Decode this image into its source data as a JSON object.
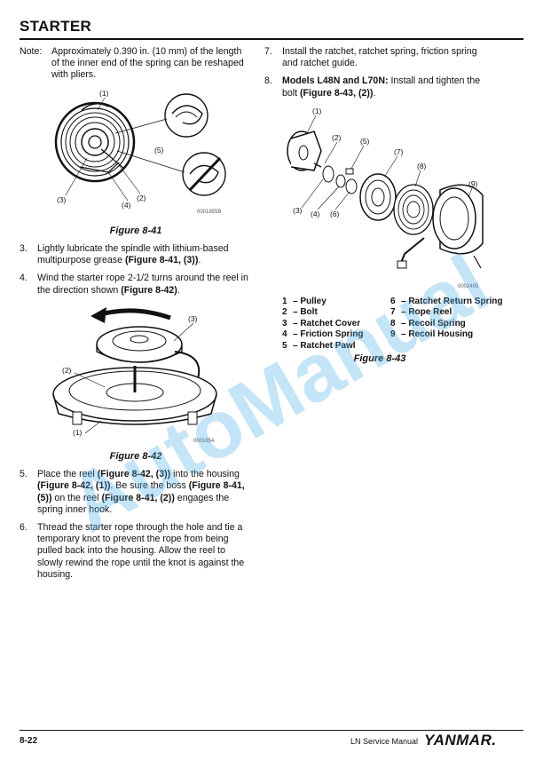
{
  "header": {
    "title": "STARTER"
  },
  "left": {
    "note_label": "Note:",
    "note_text": "Approximately 0.390 in. (10 mm) of the length of the inner end of the spring can be reshaped with pliers.",
    "fig41": {
      "caption": "Figure 8-41",
      "code": "0001855B",
      "callouts": [
        "(1)",
        "(5)",
        "(3)",
        "(4)",
        "(2)"
      ]
    },
    "step3": {
      "num": "3.",
      "text": "Lightly lubricate the spindle with lithium-based multipurpose grease ",
      "ref": "(Figure 8-41, (3))",
      "end": "."
    },
    "step4": {
      "num": "4.",
      "text": "Wind the starter rope 2-1/2 turns around the reel in the direction shown ",
      "ref": "(Figure 8-42)",
      "end": "."
    },
    "fig42": {
      "caption": "Figure 8-42",
      "code": "0001854",
      "callouts": [
        "(3)",
        "(2)",
        "(1)"
      ]
    },
    "step5": {
      "num": "5.",
      "t1": "Place the reel ",
      "r1": "(Figure 8-42, (3))",
      "t2": " into the housing ",
      "r2": "(Figure 8-42, (1))",
      "t3": ". Be sure the boss ",
      "r3": "(Figure 8-41, (5))",
      "t4": " on the reel ",
      "r4": "(Figure 8-41, (2))",
      "t5": " engages the spring inner hook."
    },
    "step6": {
      "num": "6.",
      "text": "Thread the starter rope through the hole and tie a temporary knot to prevent the rope from being pulled back into the housing. Allow the reel to slowly rewind the rope until the knot is against the housing."
    }
  },
  "right": {
    "step7": {
      "num": "7.",
      "text": "Install the ratchet, ratchet spring, friction spring and ratchet guide."
    },
    "step8": {
      "num": "8.",
      "bold": "Models L48N and L70N:",
      "text": " Install and tighten the bolt ",
      "ref": "(Figure 8-43, (2))",
      "end": "."
    },
    "fig43": {
      "caption": "Figure 8-43",
      "code": "0002405",
      "callouts": [
        "(1)",
        "(2)",
        "(5)",
        "(7)",
        "(8)",
        "(9)",
        "(3)",
        "(4)",
        "(6)"
      ],
      "legend": [
        {
          "num": "1",
          "text": "– Pulley"
        },
        {
          "num": "6",
          "text": "– Ratchet Return Spring"
        },
        {
          "num": "2",
          "text": "– Bolt"
        },
        {
          "num": "7",
          "text": "– Rope Reel"
        },
        {
          "num": "3",
          "text": "– Ratchet Cover"
        },
        {
          "num": "8",
          "text": "– Recoil Spring"
        },
        {
          "num": "4",
          "text": "– Friction Spring"
        },
        {
          "num": "9",
          "text": "– Recoil Housing"
        },
        {
          "num": "5",
          "text": "– Ratchet Pawl"
        }
      ]
    }
  },
  "watermark": "AutoManual",
  "footer": {
    "page": "8-22",
    "manual": "LN Service Manual",
    "brand": "YANMAR."
  }
}
